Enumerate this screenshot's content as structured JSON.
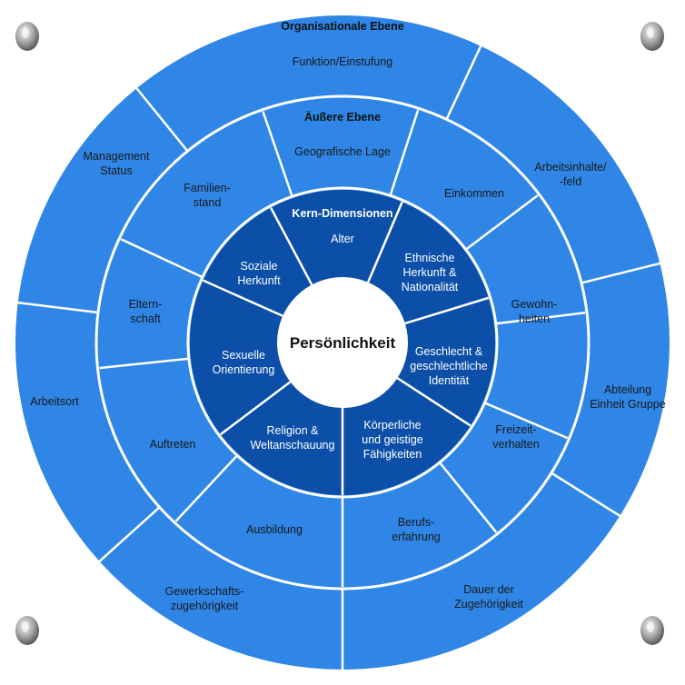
{
  "colors": {
    "outer": "#2f86e6",
    "middle": "#2f86e6",
    "core": "#0c4fa8",
    "divider": "#ffffff",
    "center": "#ffffff"
  },
  "center": {
    "label": "Persönlichkeit"
  },
  "organisational": {
    "title": "Organisationale Ebene",
    "segments": [
      [
        "Funktion/Einstufung"
      ],
      [
        "Arbeitsinhalte/",
        "-feld"
      ],
      [
        "Abteilung",
        "Einheit Gruppe"
      ],
      [
        "Dauer der",
        "Zugehörigkeit"
      ],
      [
        "Gewerkschafts-",
        "zugehörigkeit"
      ],
      [
        "Arbeitsort"
      ],
      [
        "Management",
        "Status"
      ]
    ]
  },
  "external": {
    "title": "Äußere Ebene",
    "segments": [
      [
        "Geografische Lage"
      ],
      [
        "Einkommen"
      ],
      [
        "Gewohn-",
        "heiten"
      ],
      [
        "Freizeit-",
        "verhalten"
      ],
      [
        "Berufs-",
        "erfahrung"
      ],
      [
        "Ausbildung"
      ],
      [
        "Auftreten"
      ],
      [
        "Eltern-",
        "schaft"
      ],
      [
        "Familien-",
        "stand"
      ]
    ]
  },
  "core": {
    "title": "Kern-Dimensionen",
    "segments": [
      [
        "Alter"
      ],
      [
        "Ethnische",
        "Herkunft &",
        "Nationalität"
      ],
      [
        "Geschlecht &",
        "geschlechtliche",
        "Identität"
      ],
      [
        "Körperliche",
        "und geistige",
        "Fähigkeiten"
      ],
      [
        "Religion &",
        "Weltanschauung"
      ],
      [
        "Sexuelle",
        "Orientierung"
      ],
      [
        "Soziale",
        "Herkunft"
      ]
    ]
  }
}
